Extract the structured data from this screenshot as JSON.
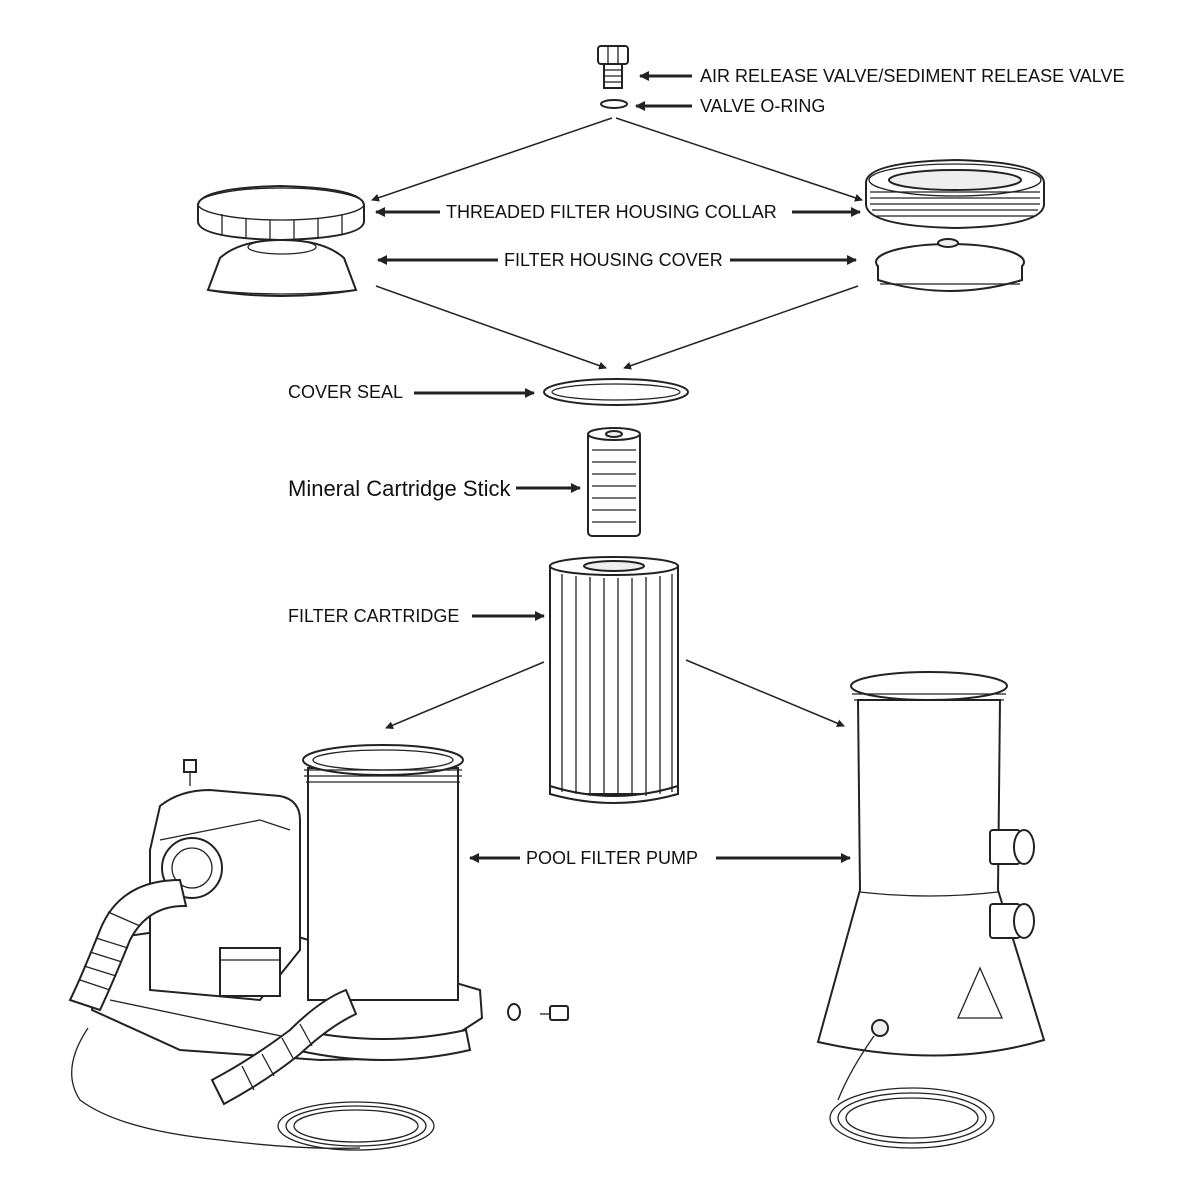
{
  "labels": {
    "air_release_valve": "AIR RELEASE VALVE/SEDIMENT RELEASE VALVE",
    "valve_o_ring": "VALVE O-RING",
    "threaded_collar": "THREADED FILTER HOUSING COLLAR",
    "housing_cover": "FILTER HOUSING COVER",
    "cover_seal": "COVER SEAL",
    "mineral_cartridge": "Mineral Cartridge Stick",
    "filter_cartridge": "FILTER CARTRIDGE",
    "pool_filter_pump": "POOL FILTER PUMP"
  },
  "colors": {
    "line": "#222222",
    "background": "#ffffff"
  }
}
